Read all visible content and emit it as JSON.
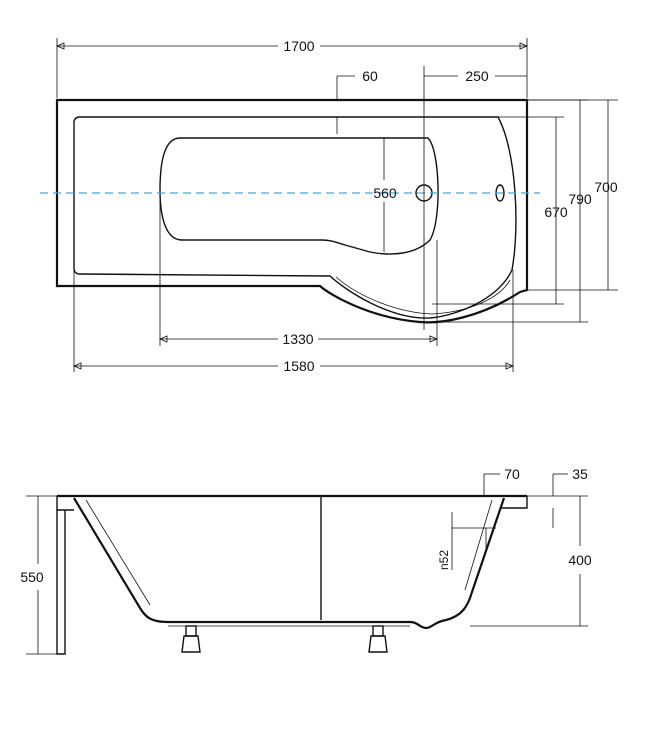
{
  "colors": {
    "line": "#111111",
    "axis": "#4aa8d8",
    "background": "#ffffff"
  },
  "top_view": {
    "dims": {
      "length_total": "1700",
      "offset_60": "60",
      "offset_250": "250",
      "depth_700": "700",
      "depth_790": "790",
      "depth_670": "670",
      "inner_560": "560",
      "inner_1330": "1330",
      "inner_1580": "1580"
    }
  },
  "side_view": {
    "dims": {
      "rim_70": "70",
      "rim_35": "35",
      "height_400": "400",
      "height_550": "550",
      "overflow": "n52"
    }
  }
}
